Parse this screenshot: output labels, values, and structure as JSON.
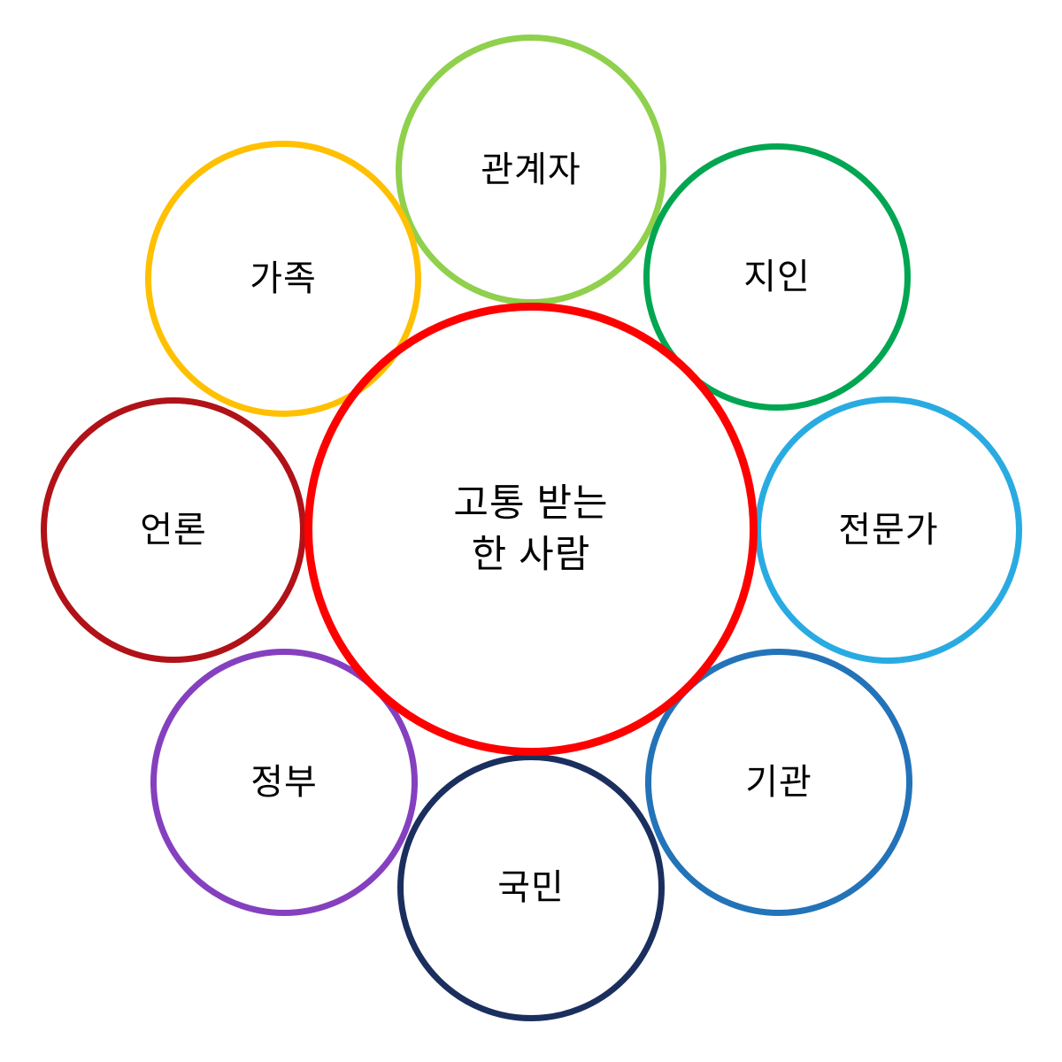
{
  "diagram": {
    "background_color": "#ffffff",
    "text_color": "#000000",
    "center": {
      "id": "suffering-person",
      "label_lines": [
        "고통 받는",
        "한 사람"
      ],
      "color": "#ff0000"
    },
    "satellites": [
      {
        "id": "stakeholders",
        "label": "관계자",
        "color": "#8fd04c",
        "position": "top"
      },
      {
        "id": "family",
        "label": "가족",
        "color": "#ffc000",
        "position": "top-left"
      },
      {
        "id": "acquaintance",
        "label": "지인",
        "color": "#00a651",
        "position": "top-right"
      },
      {
        "id": "media",
        "label": "언론",
        "color": "#b01217",
        "position": "left"
      },
      {
        "id": "expert",
        "label": "전문가",
        "color": "#29abe2",
        "position": "right"
      },
      {
        "id": "government",
        "label": "정부",
        "color": "#8540bf",
        "position": "bottom-left"
      },
      {
        "id": "institution",
        "label": "기관",
        "color": "#2373b9",
        "position": "bottom-right"
      },
      {
        "id": "citizens",
        "label": "국민",
        "color": "#1b2f5e",
        "position": "bottom"
      }
    ]
  }
}
